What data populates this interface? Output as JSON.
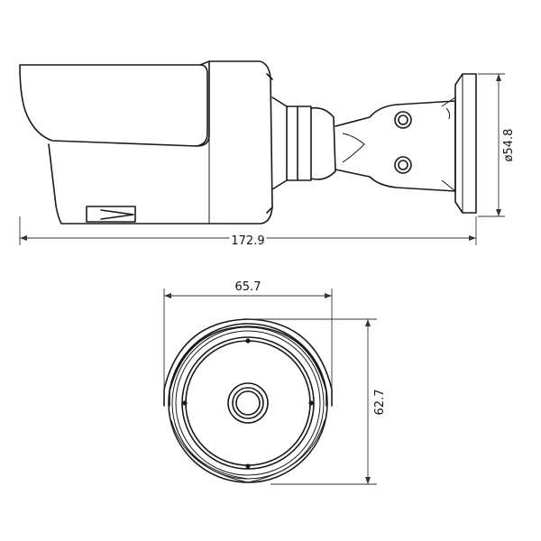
{
  "dimensions": {
    "total_length": "172.9",
    "mount_diameter": "ø54.8",
    "front_width": "65.7",
    "front_height": "62.7"
  },
  "colors": {
    "line": "#1a1a1a",
    "background": "#ffffff"
  }
}
